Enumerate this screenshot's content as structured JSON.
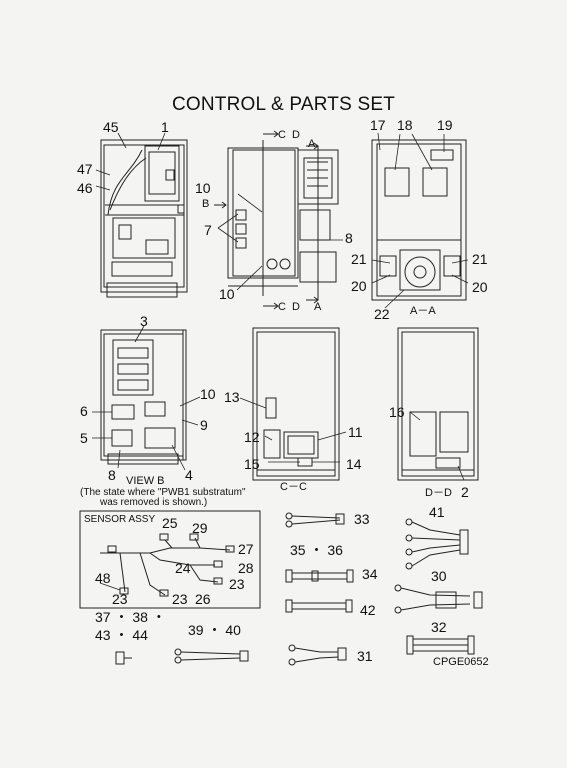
{
  "title": "CONTROL & PARTS SET",
  "callouts": [
    "45",
    "1",
    "47",
    "46",
    "17",
    "18",
    "19",
    "10",
    "7",
    "8",
    "10",
    "21",
    "21",
    "20",
    "20",
    "22",
    "3",
    "10",
    "9",
    "6",
    "5",
    "8",
    "4",
    "13",
    "12",
    "11",
    "15",
    "14",
    "16",
    "2",
    "33",
    "41",
    "35 ・ 36",
    "34",
    "30",
    "42",
    "32",
    "31",
    "25",
    "29",
    "27",
    "28",
    "24",
    "23",
    "48",
    "23",
    "23",
    "26",
    "37 ・ 38 ・",
    "43 ・ 44",
    "39 ・ 40"
  ],
  "section_marks": {
    "c_top": "C",
    "d_top": "D",
    "a_top": "A",
    "b_arrow": "B",
    "c_bot": "C",
    "d_bot": "D",
    "a_bot": "A"
  },
  "view_labels": {
    "aa": "A－A",
    "cc": "C－C",
    "dd": "D－D",
    "view_b": "VIEW B",
    "view_b_note1": "(The state where \"PWB1 substratum\"",
    "view_b_note2": "was removed is shown.)",
    "sensor_assy": "SENSOR ASSY"
  },
  "code": "CPGE0652"
}
